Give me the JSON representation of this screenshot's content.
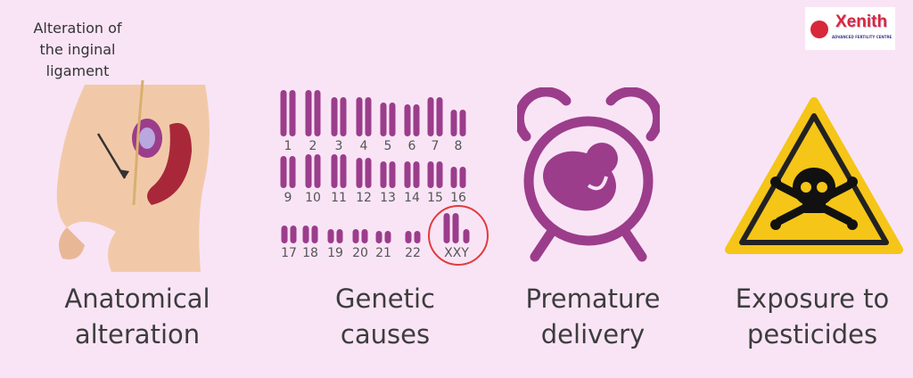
{
  "logo": {
    "brand": "Xenith",
    "tagline": "ADVANCED FERTILITY CENTRE"
  },
  "panels": [
    {
      "caption_lines": [
        "Anatomical",
        "alteration"
      ],
      "annotation": "Alteration of the inginal ligament"
    },
    {
      "caption_lines": [
        "Genetic",
        "causes"
      ]
    },
    {
      "caption_lines": [
        "Premature",
        "delivery"
      ]
    },
    {
      "caption_lines": [
        "Exposure to",
        "pesticides"
      ]
    }
  ],
  "karyotype": {
    "labels": [
      "1",
      "2",
      "3",
      "4",
      "5",
      "6",
      "7",
      "8",
      "9",
      "10",
      "11",
      "12",
      "13",
      "14",
      "15",
      "16",
      "17",
      "18",
      "19",
      "20",
      "21",
      "22",
      "XXY"
    ],
    "highlighted": "XXY"
  },
  "colors": {
    "background": "#f9e4f6",
    "accent": "#9b3d8b",
    "highlight": "#e03c3c",
    "warning": "#f5c518",
    "skin": "#f2c9a8"
  }
}
